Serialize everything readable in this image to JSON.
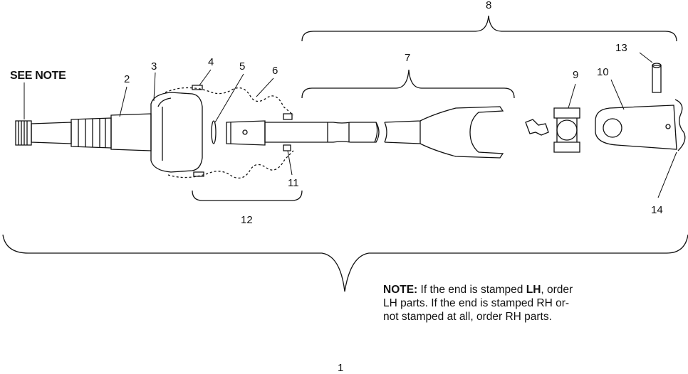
{
  "see_note": "SEE NOTE",
  "callouts": {
    "c1": "1",
    "c2": "2",
    "c3": "3",
    "c4": "4",
    "c5": "5",
    "c6": "6",
    "c7": "7",
    "c8": "8",
    "c9": "9",
    "c10": "10",
    "c11": "11",
    "c12": "12",
    "c13": "13",
    "c14": "14"
  },
  "note": {
    "heading": "NOTE:",
    "line1_a": " If the end is stamped ",
    "line1_b": "LH",
    "line1_c": ", order",
    "line2": "LH parts.  If the end is stamped RH or-",
    "line3": "not stamped at all, order RH parts."
  }
}
